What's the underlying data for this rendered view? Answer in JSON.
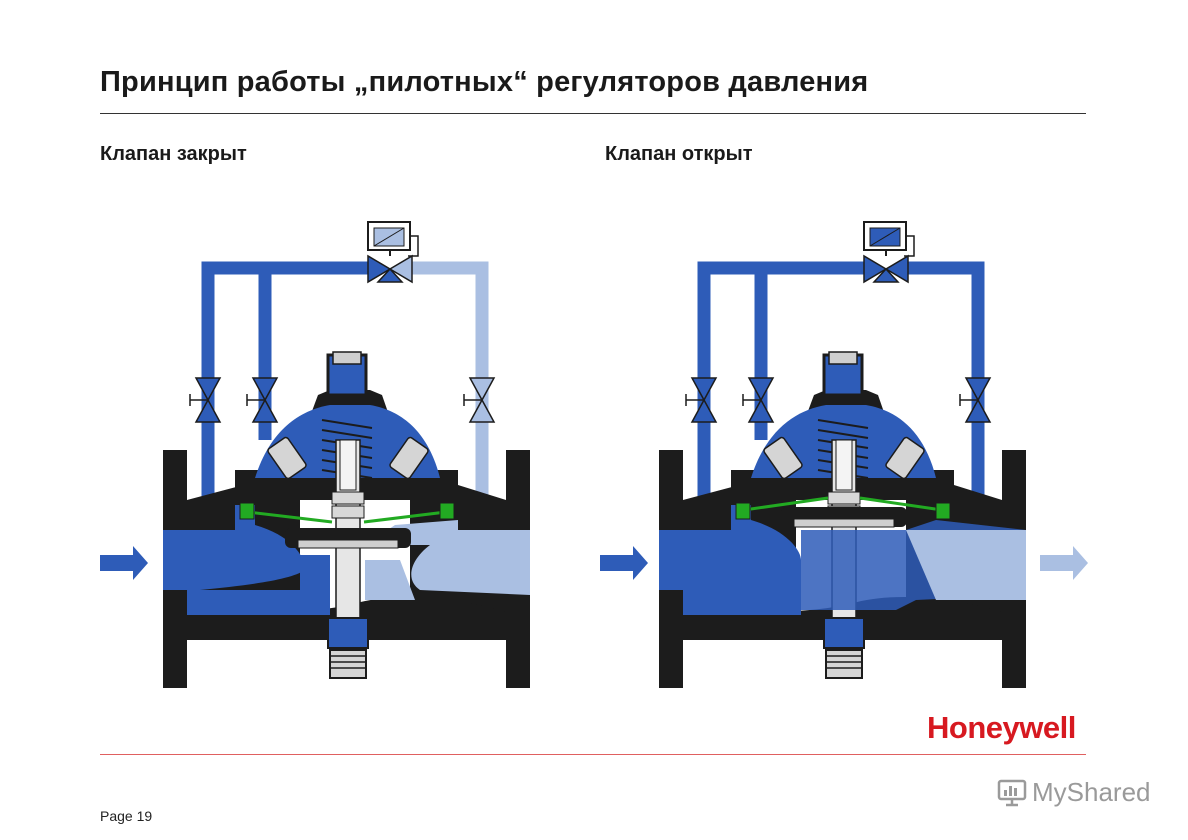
{
  "header": {
    "title": "Принцип работы „пилотных“ регуляторов давления"
  },
  "panels": [
    {
      "caption": "Клапан закрыт",
      "state": "closed"
    },
    {
      "caption": "Клапан открыт",
      "state": "open"
    }
  ],
  "colors": {
    "water_dark": "#2e5cb8",
    "water_light": "#aabfe2",
    "body": "#1c1c1c",
    "diaphragm": "#22aa22",
    "logo": "#d71920"
  },
  "footer": {
    "logo": "Honeywell",
    "page_label": "Page 19",
    "watermark": "MyShared"
  }
}
